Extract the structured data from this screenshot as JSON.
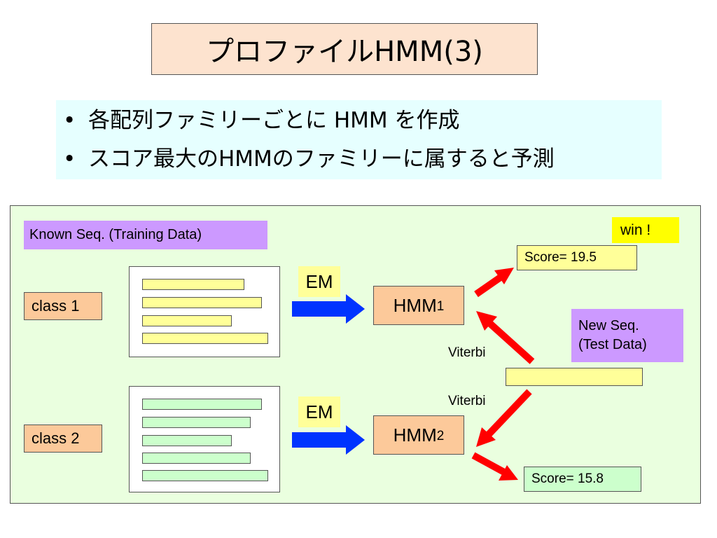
{
  "title": "プロファイルHMM(3)",
  "bullets": [
    {
      "marker": "•",
      "text": "各配列ファミリーごとに HMM を作成"
    },
    {
      "marker": "•",
      "text": "スコア最大のHMMのファミリーに属すると予測"
    }
  ],
  "diagram": {
    "known_label": "Known Seq.  (Training Data)",
    "classes": [
      {
        "label": "class 1",
        "seq_bar_color": "#ffff99",
        "seq_count": 4
      },
      {
        "label": "class 2",
        "seq_bar_color": "#ccffcc",
        "seq_count": 5
      }
    ],
    "em_label": "EM",
    "hmms": [
      {
        "base": "HMM",
        "sub": "1"
      },
      {
        "base": "HMM",
        "sub": "2"
      }
    ],
    "viterbi_label": "Viterbi",
    "scores": [
      "Score= 19.5",
      "Score= 15.8"
    ],
    "new_seq": {
      "line1": "New Seq.",
      "line2": "(Test Data)"
    },
    "win_label": "win !",
    "colors": {
      "background_panel": "#eaffdf",
      "hmm_box": "#fcc99a",
      "em_arrow": "#0033ff",
      "viterbi_arrow": "#ff0000",
      "label_purple": "#cc99ff",
      "highlight_yellow": "#ffff00"
    }
  }
}
